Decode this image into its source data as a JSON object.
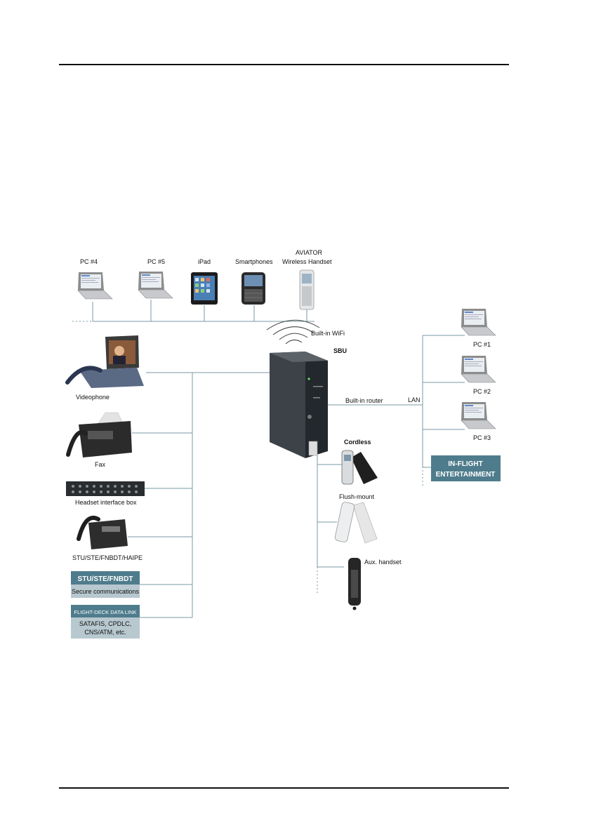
{
  "devices": {
    "pc4": "PC #4",
    "pc5": "PC #5",
    "ipad": "iPad",
    "smartphones": "Smartphones",
    "aviator_line1": "AVIATOR",
    "aviator_line2": "Wireless Handset",
    "wifi": "Built-in WiFi",
    "sbu": "SBU",
    "router": "Built-in router",
    "lan": "LAN",
    "pc1": "PC #1",
    "pc2": "PC #2",
    "pc3": "PC #3",
    "ife_line1": "IN-FLIGHT",
    "ife_line2": "ENTERTAINMENT",
    "videophone": "Videophone",
    "fax": "Fax",
    "headset_box": "Headset interface box",
    "stu_phone": "STU/STE/FNBDT/HAIPE",
    "stu_box_title": "STU/STE/FNBDT",
    "stu_box_sub": "Secure communications",
    "fdl_title": "FLIGHT-DECK DATA LINK",
    "fdl_line1": "SATAFIS, CPDLC,",
    "fdl_line2": "CNS/ATM, etc.",
    "cordless": "Cordless",
    "flush": "Flush-mount",
    "aux": "Aux. handset"
  },
  "colors": {
    "wire": "#7a9aa6",
    "box_header": "#4f7c8c",
    "box_body": "#b7c8cf"
  }
}
